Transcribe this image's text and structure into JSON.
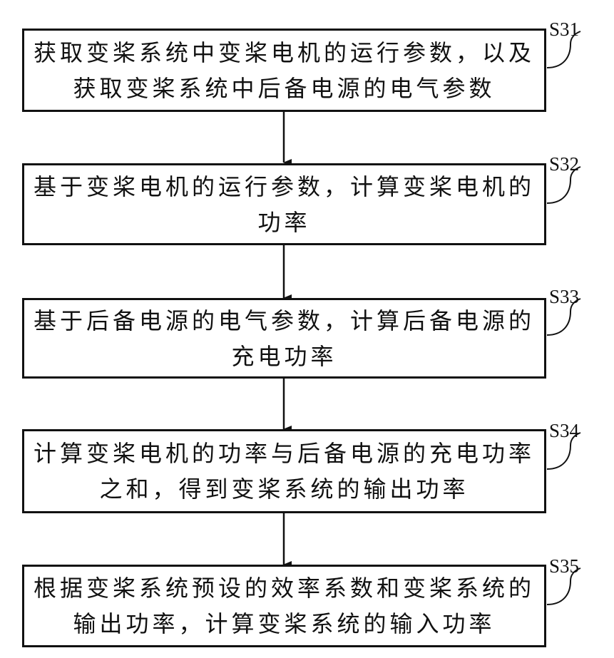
{
  "steps": [
    {
      "id": "S31",
      "lines": [
        "获取变桨系统中变桨电机的运行参数，以及",
        "获取变桨系统中后备电源的电气参数"
      ]
    },
    {
      "id": "S32",
      "lines": [
        "基于变桨电机的运行参数，计算变桨电机的",
        "功率"
      ]
    },
    {
      "id": "S33",
      "lines": [
        "基于后备电源的电气参数，计算后备电源的",
        "充电功率"
      ]
    },
    {
      "id": "S34",
      "lines": [
        "计算变桨电机的功率与后备电源的充电功率",
        "之和，得到变桨系统的输出功率"
      ]
    },
    {
      "id": "S35",
      "lines": [
        "根据变桨系统预设的效率系数和变桨系统的",
        "输出功率，计算变桨系统的输入功率"
      ]
    }
  ]
}
